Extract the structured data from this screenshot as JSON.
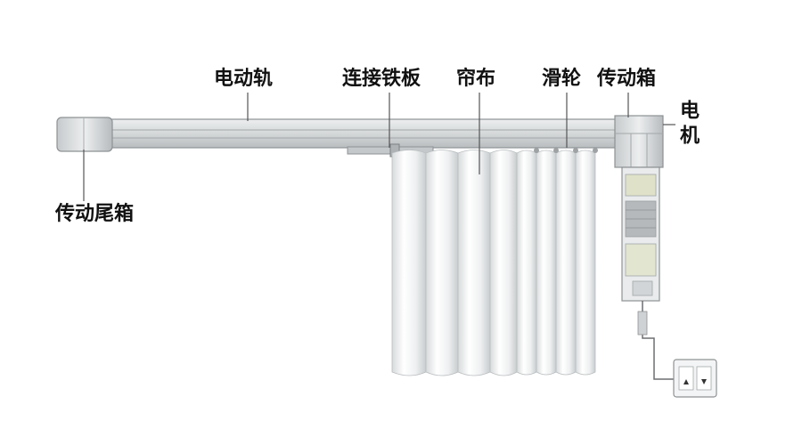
{
  "labels": {
    "rail": "电动轨",
    "connector_plate": "连接铁板",
    "curtain": "帘布",
    "pulley": "滑轮",
    "drive_box": "传动箱",
    "motor": "电机",
    "tail_box": "传动尾箱"
  },
  "colors": {
    "rail_fill": "#d9dcdd",
    "rail_edge": "#8e9294",
    "curtain_fill": "#f1f3f4",
    "leader": "#555555"
  }
}
